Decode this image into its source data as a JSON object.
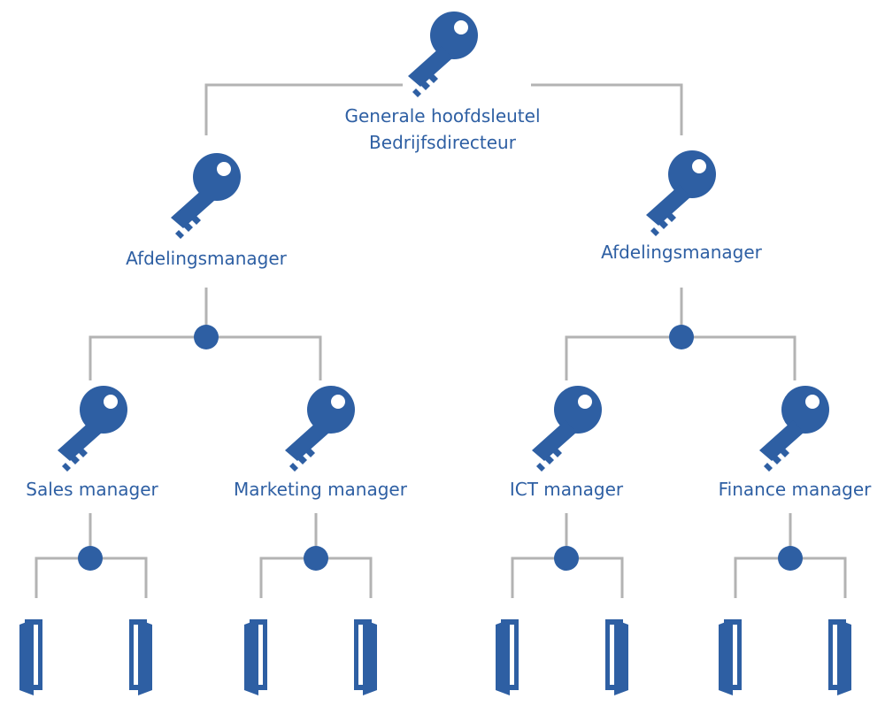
{
  "colors": {
    "accent": "#2e5fa3",
    "connector": "#b3b3b3",
    "background": "#ffffff"
  },
  "root": {
    "icon": "key-icon",
    "line1": "Generale hoofdsleutel",
    "line2": "Bedrijfsdirecteur"
  },
  "departments": [
    {
      "icon": "key-icon",
      "label": "Afdelingsmanager",
      "managers": [
        {
          "icon": "key-icon",
          "label": "Sales manager",
          "doors": [
            "door-icon",
            "door-icon"
          ]
        },
        {
          "icon": "key-icon",
          "label": "Marketing manager",
          "doors": [
            "door-icon",
            "door-icon"
          ]
        }
      ]
    },
    {
      "icon": "key-icon",
      "label": "Afdelingsmanager",
      "managers": [
        {
          "icon": "key-icon",
          "label": "ICT manager",
          "doors": [
            "door-icon",
            "door-icon"
          ]
        },
        {
          "icon": "key-icon",
          "label": "Finance manager",
          "doors": [
            "door-icon",
            "door-icon"
          ]
        }
      ]
    }
  ]
}
